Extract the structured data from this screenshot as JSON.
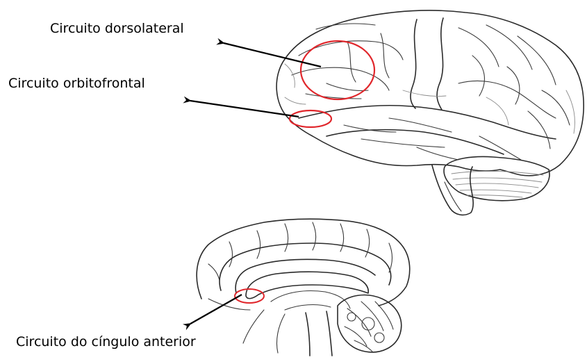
{
  "labels": {
    "dorsolateral": "Circuito dorsolateral",
    "orbitofrontal": "Circuito orbitofrontal",
    "cingulo": "Circuito do cíngulo anterior"
  },
  "colors": {
    "highlight": "#e0262b",
    "arrow": "#000000",
    "outline": "#2a2a2a"
  },
  "illustrations": [
    "lateral-brain-view",
    "sagittal-brain-view"
  ]
}
